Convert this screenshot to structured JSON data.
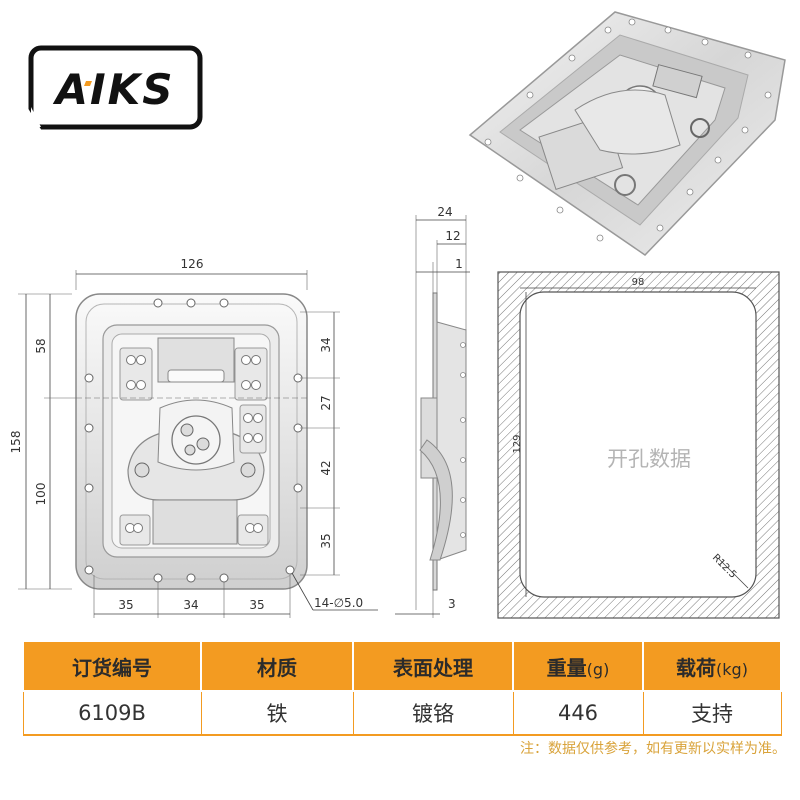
{
  "brand": {
    "logo_text": "AIKS"
  },
  "drawing": {
    "front_view": {
      "overall_width": "126",
      "overall_height": "158",
      "left_upper": "58",
      "left_lower": "100",
      "right_dims": [
        "34",
        "27",
        "42",
        "35"
      ],
      "bottom_dims": [
        "35",
        "34",
        "35"
      ],
      "holes": "14-∅5.0"
    },
    "side_view": {
      "depth_total": "24",
      "depth_mid": "12",
      "flange": "1",
      "bottom": "3"
    },
    "cutout": {
      "width": "98",
      "height": "129",
      "radius": "R12.5",
      "label": "开孔数据"
    }
  },
  "table": {
    "headers": [
      {
        "label": "订货编号",
        "unit": ""
      },
      {
        "label": "材质",
        "unit": ""
      },
      {
        "label": "表面处理",
        "unit": ""
      },
      {
        "label": "重量",
        "unit": "(g)"
      },
      {
        "label": "载荷",
        "unit": "(kg)"
      }
    ],
    "row": [
      "6109B",
      "铁",
      "镀铬",
      "446",
      "支持"
    ]
  },
  "note": "注：数据仅供参考，如有更新以实样为准。"
}
